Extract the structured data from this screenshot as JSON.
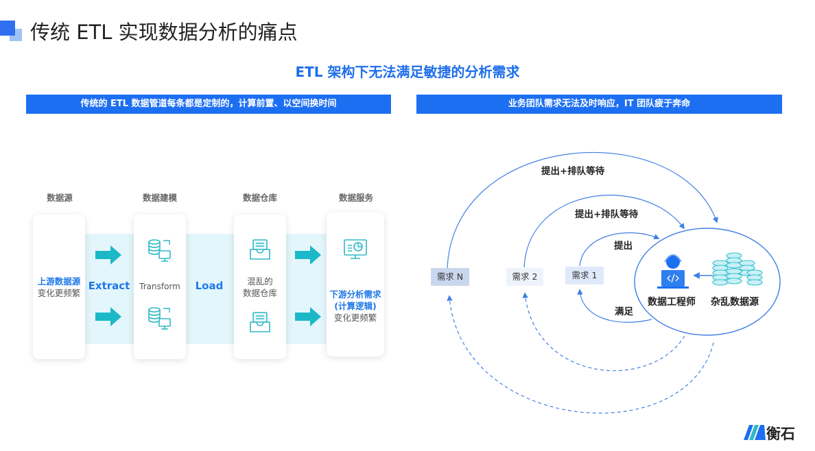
{
  "title": "传统 ETL 实现数据分析的痛点",
  "subtitle": "ETL 架构下无法满足敏捷的分析需求",
  "left_banner": "传统的 ETL 数据管道每条都是定制的，计算前置、以空间换时间",
  "right_banner": "业务团队需求无法及时响应，IT 团队疲于奔命",
  "pipeline": {
    "stages": [
      "数据源",
      "数据建模",
      "数据仓库",
      "数据服务"
    ],
    "source_line1": "上游数据源",
    "source_line2": "变化更频繁",
    "extract": "Extract",
    "transform": "Transform",
    "load": "Load",
    "warehouse_line1": "混乱的",
    "warehouse_line2": "数据仓库",
    "service_line1": "下游分析需求",
    "service_line2": "(计算逻辑)",
    "service_line3": "变化更频繁"
  },
  "flow": {
    "requests": [
      "需求 N",
      "需求 2",
      "需求 1"
    ],
    "outer_label": "提出+排队等待",
    "middle_label": "提出+排队等待",
    "inner_label": "提出",
    "satisfy_label": "满足",
    "engineer": "数据工程师",
    "sources": "杂乱数据源"
  },
  "brand": "衡石",
  "colors": {
    "primary": "#1d6ff2",
    "teal": "#1bb8c8",
    "band": "#e3f6fb",
    "arrow_line": "#3f7fe6"
  }
}
